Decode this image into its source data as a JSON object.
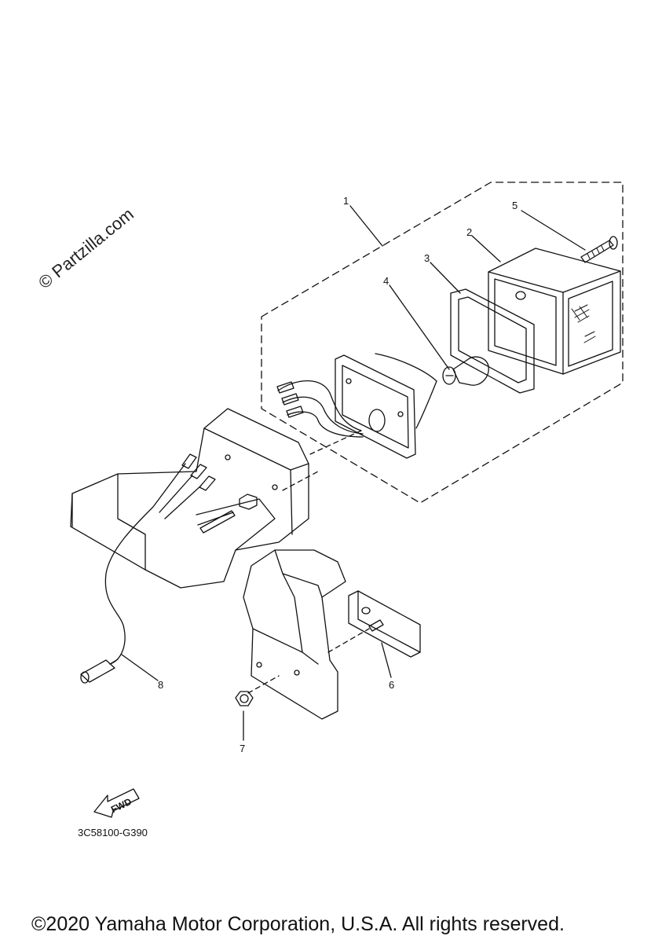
{
  "watermark": "© Partzilla.com",
  "callouts": [
    {
      "id": "callout-1",
      "label": "1"
    },
    {
      "id": "callout-2",
      "label": "2"
    },
    {
      "id": "callout-3",
      "label": "3"
    },
    {
      "id": "callout-4",
      "label": "4"
    },
    {
      "id": "callout-5",
      "label": "5"
    },
    {
      "id": "callout-6",
      "label": "6"
    },
    {
      "id": "callout-7",
      "label": "7"
    },
    {
      "id": "callout-8",
      "label": "8"
    }
  ],
  "fwd_label": "FWD",
  "drawing_code": "3C58100-G390",
  "copyright": "©2020 Yamaha Motor Corporation, U.S.A. All rights reserved.",
  "colors": {
    "line": "#111111",
    "background": "#ffffff"
  }
}
